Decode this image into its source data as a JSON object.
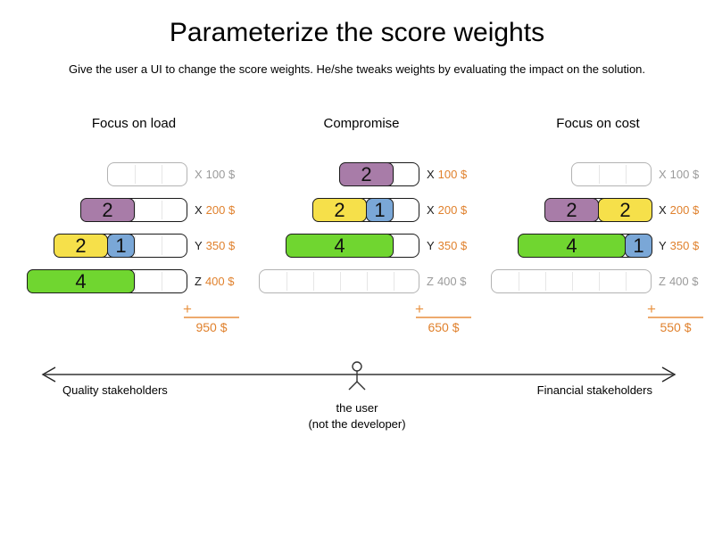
{
  "header": {
    "title": "Parameterize the score weights",
    "subtitle": "Give the user a UI to change the score weights. He/she tweaks weights by evaluating the impact on the solution."
  },
  "colors": {
    "purple_block": "#a87ca8",
    "yellow_block": "#f6e04a",
    "blue_block": "#7aa7d7",
    "green_block": "#70d630",
    "orange_text": "#e0812d",
    "orange_line": "#edaa6e",
    "inactive_gray": "#9a9a9a"
  },
  "panels": [
    {
      "title": "Focus on load",
      "sum_plus": "+",
      "sum": "950 $",
      "rows": [
        {
          "letter": "X",
          "value": "100 $",
          "active": false,
          "capacity": 3,
          "blocks": []
        },
        {
          "letter": "X",
          "value": "200 $",
          "active": true,
          "capacity": 4,
          "blocks": [
            {
              "label": "2",
              "color": "purple",
              "cells": 2
            }
          ]
        },
        {
          "letter": "Y",
          "value": "350 $",
          "active": true,
          "capacity": 5,
          "blocks": [
            {
              "label": "2",
              "color": "yellow",
              "cells": 2
            },
            {
              "label": "1",
              "color": "blue",
              "cells": 1
            }
          ]
        },
        {
          "letter": "Z",
          "value": "400 $",
          "active": true,
          "capacity": 6,
          "blocks": [
            {
              "label": "4",
              "color": "green",
              "cells": 4
            }
          ]
        }
      ]
    },
    {
      "title": "Compromise",
      "sum_plus": "+",
      "sum": "650 $",
      "rows": [
        {
          "letter": "X",
          "value": "100 $",
          "active": true,
          "capacity": 3,
          "blocks": [
            {
              "label": "2",
              "color": "purple",
              "cells": 2
            }
          ]
        },
        {
          "letter": "X",
          "value": "200 $",
          "active": true,
          "capacity": 4,
          "blocks": [
            {
              "label": "2",
              "color": "yellow",
              "cells": 2
            },
            {
              "label": "1",
              "color": "blue",
              "cells": 1
            }
          ]
        },
        {
          "letter": "Y",
          "value": "350 $",
          "active": true,
          "capacity": 5,
          "blocks": [
            {
              "label": "4",
              "color": "green",
              "cells": 4
            }
          ]
        },
        {
          "letter": "Z",
          "value": "400 $",
          "active": false,
          "capacity": 6,
          "blocks": []
        }
      ]
    },
    {
      "title": "Focus on cost",
      "sum_plus": "+",
      "sum": "550 $",
      "rows": [
        {
          "letter": "X",
          "value": "100 $",
          "active": false,
          "capacity": 3,
          "blocks": []
        },
        {
          "letter": "X",
          "value": "200 $",
          "active": true,
          "capacity": 4,
          "blocks": [
            {
              "label": "2",
              "color": "purple",
              "cells": 2
            },
            {
              "label": "2",
              "color": "yellow",
              "cells": 2
            }
          ]
        },
        {
          "letter": "Y",
          "value": "350 $",
          "active": true,
          "capacity": 5,
          "blocks": [
            {
              "label": "4",
              "color": "green",
              "cells": 4
            },
            {
              "label": "1",
              "color": "blue",
              "cells": 1
            }
          ]
        },
        {
          "letter": "Z",
          "value": "400 $",
          "active": false,
          "capacity": 6,
          "blocks": []
        }
      ]
    }
  ],
  "axis": {
    "left_label": "Quality stakeholders",
    "right_label": "Financial stakeholders",
    "center_label_line1": "the user",
    "center_label_line2": "(not the developer)"
  }
}
